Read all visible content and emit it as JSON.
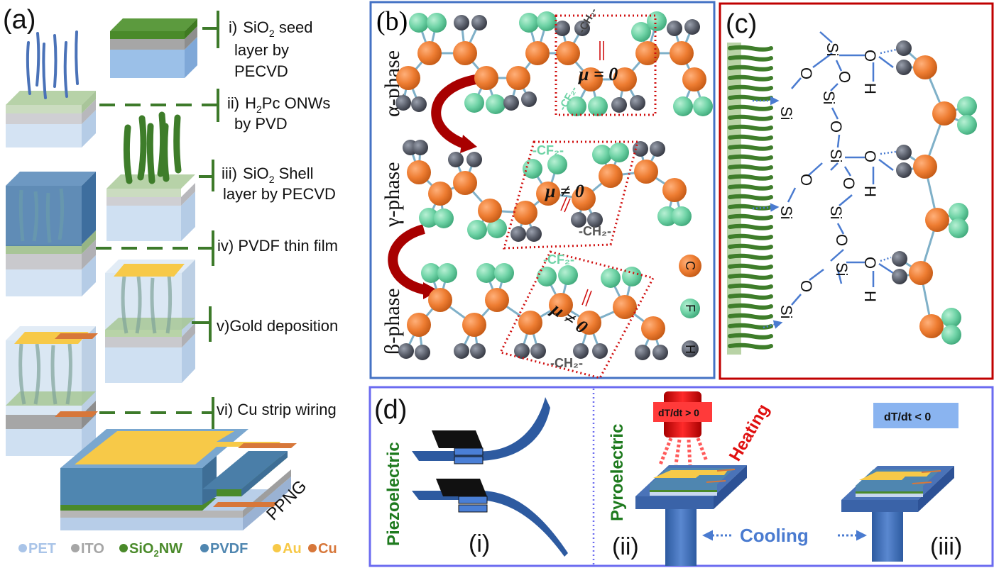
{
  "figure": {
    "panels": {
      "a": {
        "letter": "(a)",
        "steps": [
          {
            "num": "i)",
            "line1": "SiO",
            "sub": "2",
            "line1_rest": " seed",
            "line2": "layer by",
            "line3": "PECVD"
          },
          {
            "num": "ii)",
            "line1": "H",
            "sub": "2",
            "line1_rest": "Pc ONWs",
            "line2": "by PVD"
          },
          {
            "num": "iii)",
            "line1": "SiO",
            "sub": "2",
            "line1_rest": " Shell",
            "line2": "layer by PECVD"
          },
          {
            "text": "iv) PVDF thin film"
          },
          {
            "text": "v)Gold deposition"
          },
          {
            "text": "vi) Cu strip wiring"
          }
        ],
        "device_label": "PPNG",
        "legend": [
          {
            "label": "PET",
            "color": "#a9c4e8"
          },
          {
            "label": "ITO",
            "color": "#a6a6a6"
          },
          {
            "label": "SiO",
            "sub": "2",
            "label_rest": "NW",
            "color": "#4a8a2a"
          },
          {
            "label": "PVDF",
            "color": "#4f86b0"
          },
          {
            "label": "Au",
            "color": "#f7c948"
          },
          {
            "label": "Cu",
            "color": "#d7773a"
          }
        ]
      },
      "b": {
        "letter": "(b)",
        "phases": [
          "α-phase",
          "γ-phase",
          "β-phase"
        ],
        "alpha_dipole": "μ = 0",
        "gamma_dipole": "μ ≠ 0",
        "beta_dipole": "μ ≠ 0",
        "cf2_label": "-CF₂-",
        "ch2_label": "-CH₂-",
        "atom_legend": [
          {
            "symbol": "C",
            "color": "#ee7d32"
          },
          {
            "symbol": "F",
            "color": "#6fd3a6"
          },
          {
            "symbol": "H",
            "color": "#5f6470"
          }
        ],
        "border_color": "#4472c4"
      },
      "c": {
        "letter": "(c)",
        "atoms": {
          "si": "Si",
          "o": "O",
          "h": "H"
        },
        "border_color": "#c00000"
      },
      "d": {
        "letter": "(d)",
        "modes": {
          "piezo": "Piezoelectric",
          "pyro": "Pyroelectric"
        },
        "sub_labels": [
          "(i)",
          "(ii)",
          "(iii)"
        ],
        "heating_box": "dT/dt > 0",
        "heating_label": "Heating",
        "cooling_box": "dT/dt < 0",
        "cooling_label": "Cooling",
        "border_color": "#6b6bf0"
      }
    }
  }
}
